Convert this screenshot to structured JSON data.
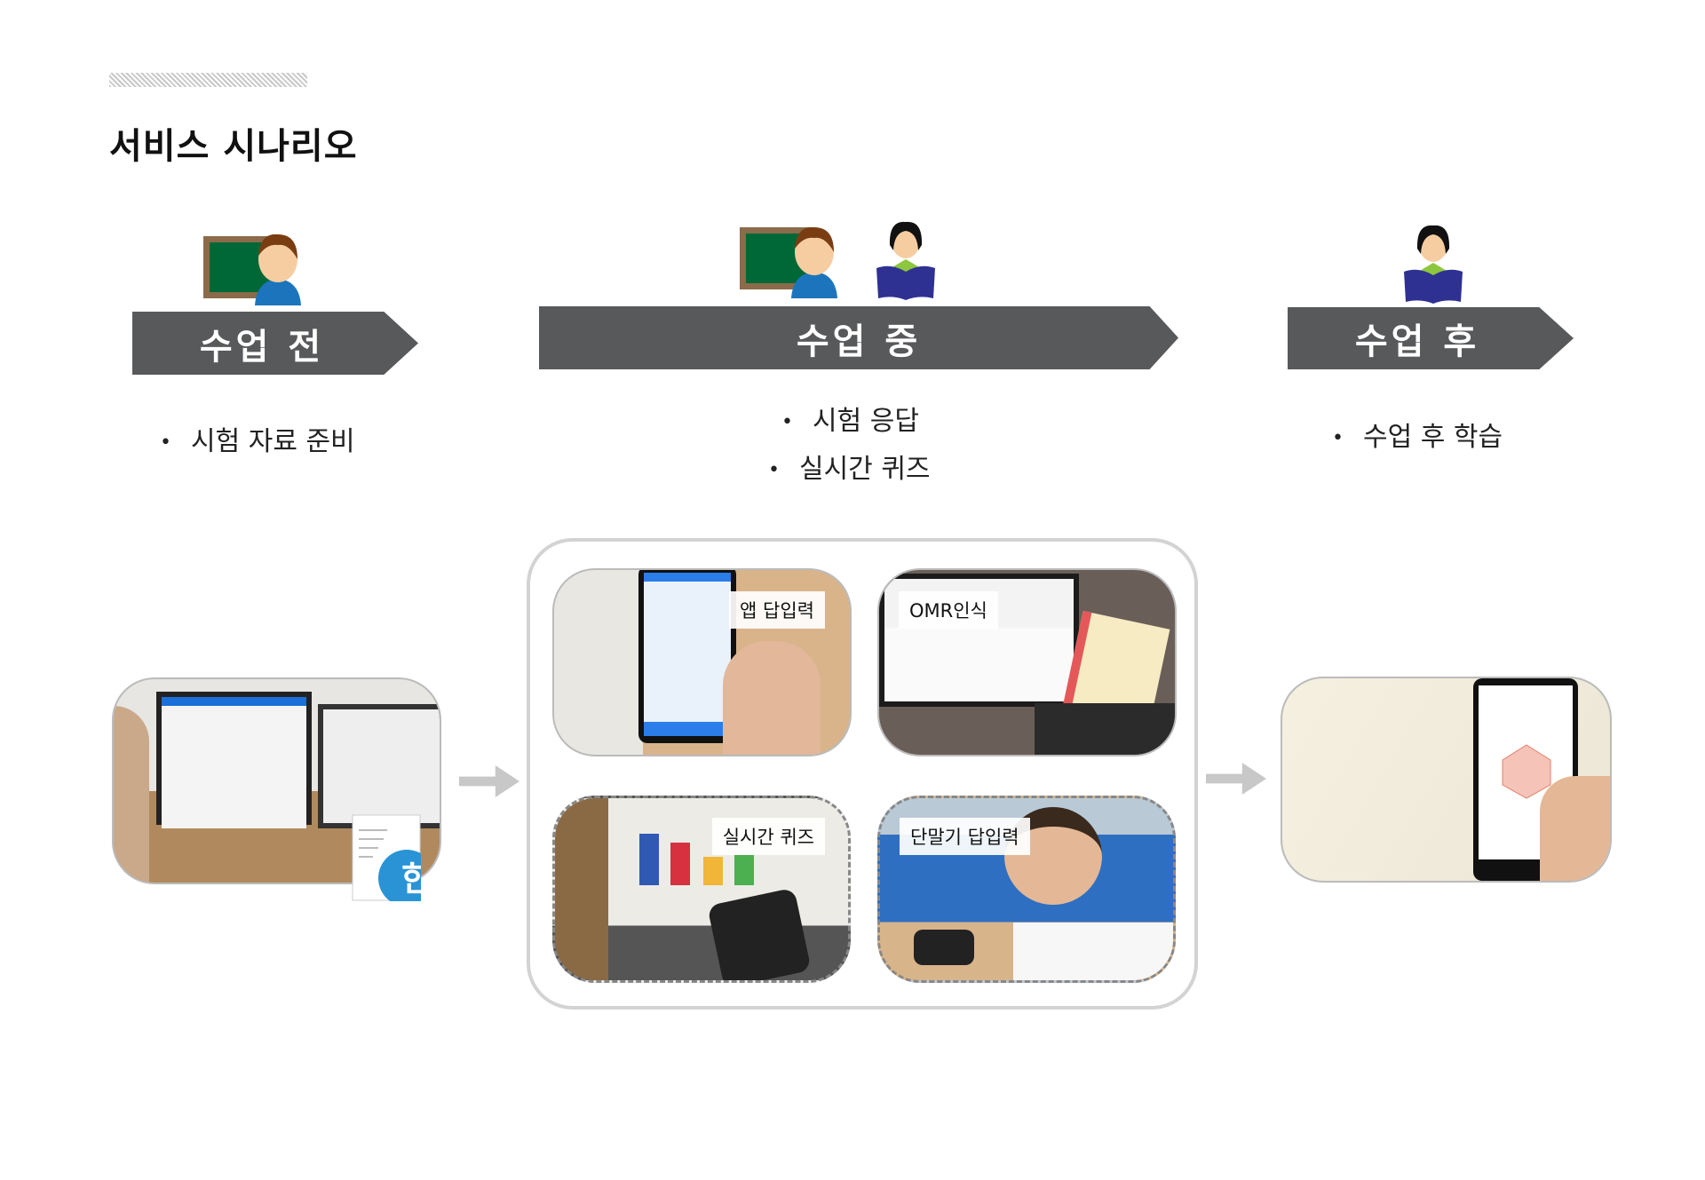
{
  "title": "서비스 시나리오",
  "phases": [
    {
      "label": "수업 전",
      "bullets": [
        "시험 자료 준비"
      ]
    },
    {
      "label": "수업 중",
      "bullets": [
        "시험 응답",
        "실시간 퀴즈"
      ]
    },
    {
      "label": "수업 후",
      "bullets": [
        "수업 후 학습"
      ]
    }
  ],
  "methods": [
    "앱 답입력",
    "OMR인식",
    "실시간 퀴즈",
    "단말기 답입력"
  ],
  "colors": {
    "phase_bar": "#58595b",
    "board": "#006837",
    "teacher_shirt": "#1c75bc",
    "book": "#2e3192"
  }
}
